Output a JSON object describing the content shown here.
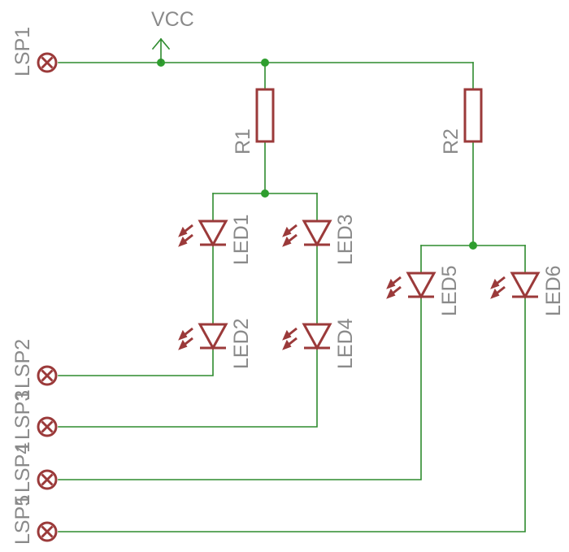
{
  "schematic": {
    "power_label": "VCC",
    "connectors": {
      "lsp1": "LSP1",
      "lsp2": "LSP2",
      "lsp3": "LSP3",
      "lsp4": "LSP4",
      "lsp5": "LSP5",
      "stub_lsp3": "1",
      "stub_lsp4": "1",
      "stub_lsp5": "1"
    },
    "resistors": {
      "r1": "R1",
      "r2": "R2"
    },
    "leds": {
      "led1": "LED1",
      "led2": "LED2",
      "led3": "LED3",
      "led4": "LED4",
      "led5": "LED5",
      "led6": "LED6"
    },
    "colors": {
      "wire": "#2e8b2e",
      "component": "#9b3a3a",
      "junction": "#2f9e2f",
      "label": "#8a8a8a"
    }
  }
}
